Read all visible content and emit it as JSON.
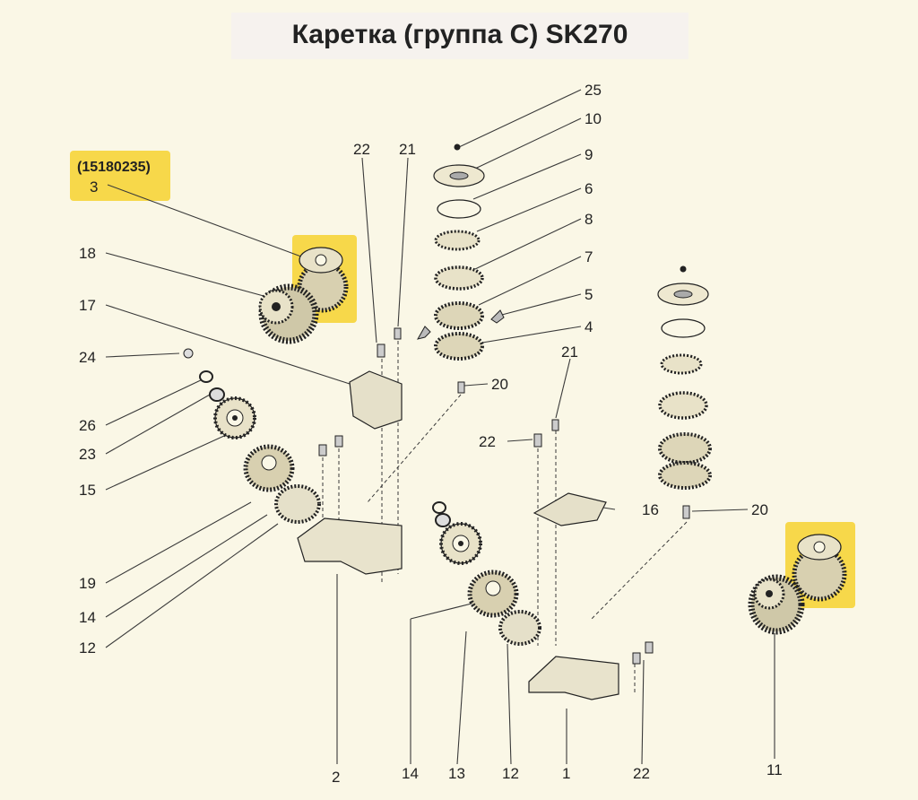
{
  "title": "Каретка (группа С) SK270",
  "part_number": "(15180235)",
  "highlight_color": "#f7d84a",
  "line_color": "#3a3a3a",
  "labels": {
    "l25": "25",
    "l10": "10",
    "l9": "9",
    "l6": "6",
    "l8": "8",
    "l7": "7",
    "l5": "5",
    "l4": "4",
    "l22a": "22",
    "l21a": "21",
    "l3": "3",
    "l18": "18",
    "l17": "17",
    "l24": "24",
    "l26": "26",
    "l23": "23",
    "l15": "15",
    "l19": "19",
    "l14a": "14",
    "l12a": "12",
    "l20a": "20",
    "l21b": "21",
    "l22b": "22",
    "l16": "16",
    "l20b": "20",
    "b2": "2",
    "b14": "14",
    "b13": "13",
    "b12": "12",
    "b1": "1",
    "b22": "22",
    "b11": "11"
  }
}
